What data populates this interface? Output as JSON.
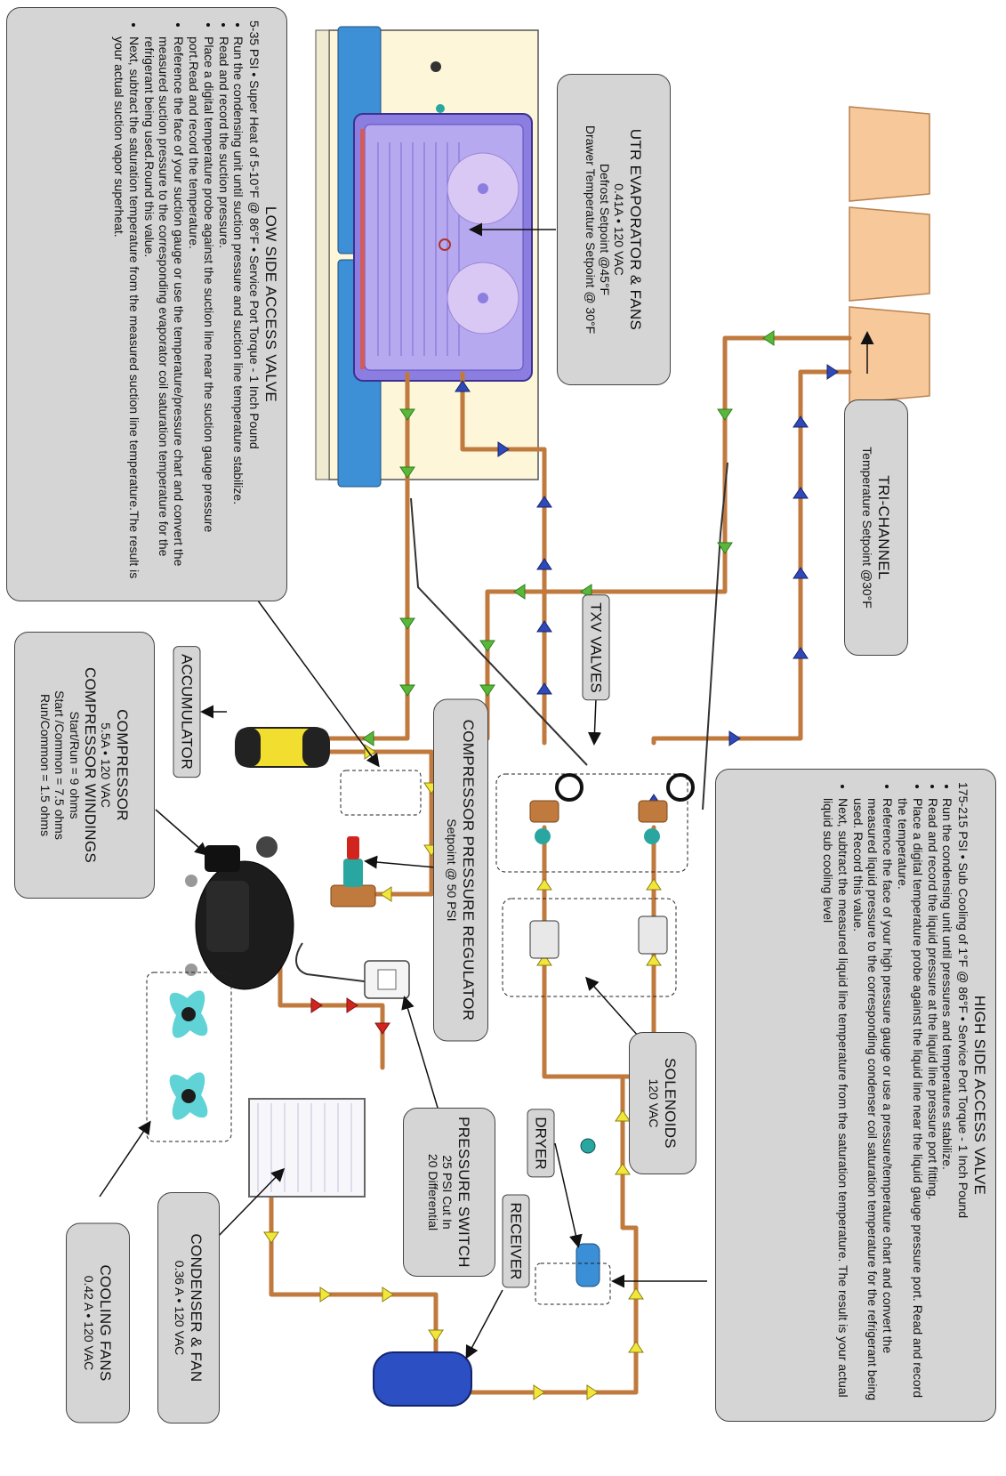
{
  "labels": {
    "low_side": {
      "title": "LOW SIDE ACCESS VALVE",
      "spec": "5-35 PSI • Super Heat of 5-10°F @ 86°F • Service Port Torque - 1 Inch Pound",
      "steps": [
        "Run the condensing unit until suction pressure and suction line temperature stabilize.",
        "Read and record the suction pressure.",
        "Place a digital temperature probe against the suction line near the suction gauge pressure port.Read and record the temperature.",
        "Reference the face of your suction gauge or use the temperature/pressure chart and convert the measured suction pressure to the corresponding evaporator coil saturation temperature for the refrigerant being used.Round this value.",
        "Next, subtract the saturation temperature from the measured suction line temperature.The result is your actual suction vapor superheat."
      ]
    },
    "utr_evaporator": {
      "title": "UTR EVAPORATOR & FANS",
      "lines": [
        "0.41A • 120 VAC",
        "Defrost Setpoint @45°F",
        "Drawer Temperature Setpoint @ 30°F"
      ]
    },
    "tri_channel": {
      "title": "TRI-CHANNEL",
      "lines": [
        "Temperature Setpoint @30°F"
      ]
    },
    "txv_valves": "TXV VALVES",
    "accumulator": "ACCUMULATOR",
    "compressor": {
      "title": "COMPRESSOR",
      "lines": [
        "5.5A • 120 VAC"
      ],
      "windings_title": "COMPRESSOR WINDINGS",
      "windings": [
        "Start/Run = 9 ohms",
        "Start /Common = 7.5 ohms",
        "Run/Common = 1.5 ohms"
      ]
    },
    "pressure_regulator": {
      "title": "COMPRESSOR PRESSURE REGULATOR",
      "lines": [
        "Setpoint @ 50 PSI"
      ]
    },
    "pressure_switch": {
      "title": "PRESSURE SWITCH",
      "lines": [
        "25 PSI Cut In",
        "20 Differential"
      ]
    },
    "solenoids": {
      "title": "SOLENOIDS",
      "lines": [
        "120 VAC"
      ]
    },
    "dryer": "DRYER",
    "receiver": "RECEIVER",
    "condenser": {
      "title": "CONDENSER & FAN",
      "lines": [
        "0.36 A • 120 VAC"
      ]
    },
    "cooling_fans": {
      "title": "COOLING FANS",
      "lines": [
        "0.42 A • 120 VAC"
      ]
    },
    "high_side": {
      "title": "HIGH SIDE ACCESS VALVE",
      "spec": "175-215 PSI • Sub Cooling of 1°F @ 86°F • Service Port Torque - 1 Inch Pound",
      "steps": [
        "Run the condensing unit until pressures and temperatures stabilize.",
        "Read and record the liquid pressure at the liquid line pressure port fitting.",
        "Place a digital temperature probe against the liquid line near the liquid gauge pressure port. Read and record the temperature.",
        "Reference the face of your high pressure gauge or use a pressure/temperature chart and convert the measured liquid pressure to the corresponding condenser coil saturation temperature for the refrigerant being used. Record this value.",
        "Next, subtract the measured liquid line temperature from the saturation temperature. The result is your actual liquid sub cooling level"
      ]
    }
  },
  "colors": {
    "copper": "#c07a3e",
    "suction_arrow": "#59b83a",
    "liquid_arrow": "#f2e63a",
    "discharge_arrow": "#d2241f",
    "cold_arrow": "#2f49b8",
    "evap_plate": "#9b8fe0",
    "drawer": "#f7c99a",
    "accumulator": "#f2de2e",
    "receiver": "#2d4fc4",
    "fan_blade": "#5fd3d6",
    "callout_bg": "#d5d5d5"
  }
}
